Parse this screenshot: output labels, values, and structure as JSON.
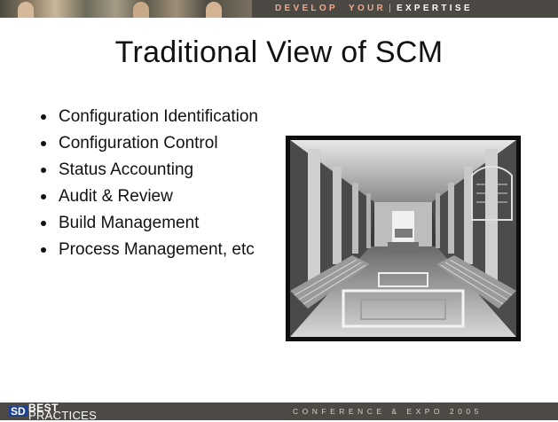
{
  "header": {
    "tagline_words": [
      "DEVELOP",
      "YOUR"
    ],
    "tagline_emphasis": "EXPERTISE"
  },
  "slide": {
    "title": "Traditional View of SCM",
    "bullets": [
      "Configuration Identification",
      "Configuration Control",
      "Status Accounting",
      "Audit & Review",
      "Build Management",
      "Process Management, etc"
    ]
  },
  "footer": {
    "logo_sd": "SD",
    "logo_best": "BEST",
    "logo_practices": "PRACTICES",
    "event": "CONFERENCE & EXPO 2005"
  },
  "colors": {
    "header_band": "#4c4944",
    "header_text": "#f2a88a",
    "footer_band": "#4d4a45",
    "title_text": "#111111"
  }
}
